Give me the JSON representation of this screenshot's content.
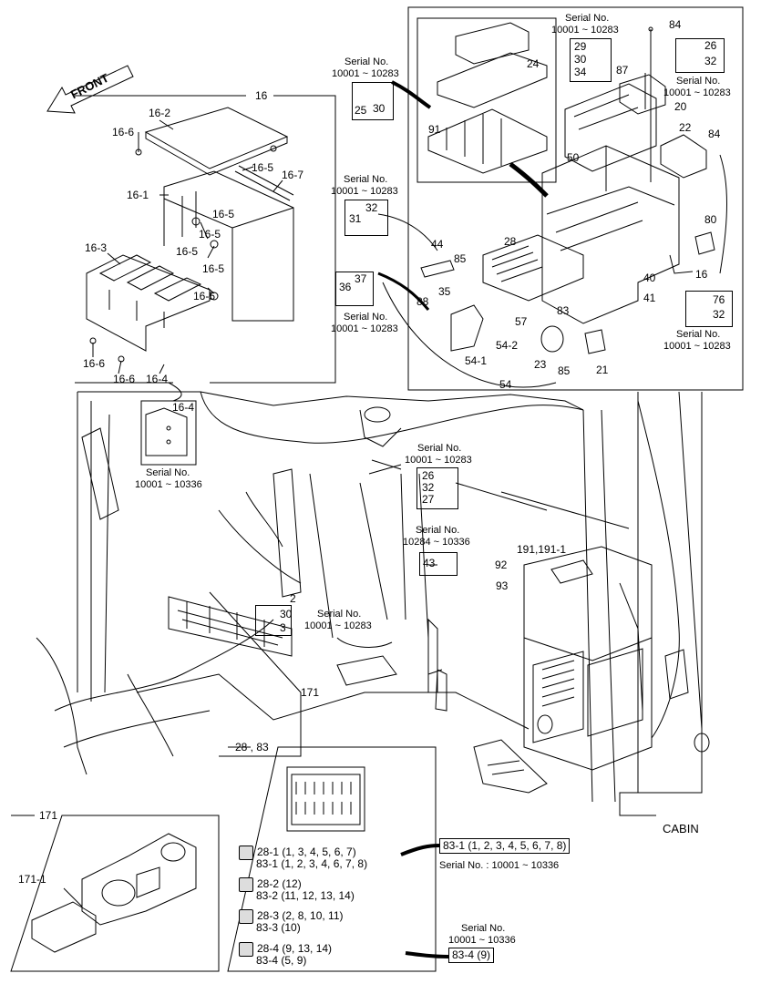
{
  "front_label": "FRONT",
  "cabin_label": "CABIN",
  "serial_label": "Serial No.",
  "serial_nums": {
    "s_10001_10283": "10001 ~ 10283",
    "s_10001_10336": "10001 ~ 10336",
    "s_10284_10336": "10284 ~ 10336",
    "s_colon_10001_10336": "Serial No. : 10001 ~ 10336"
  },
  "parts": {
    "p16": "16",
    "p16_1": "16-1",
    "p16_2": "16-2",
    "p16_3": "16-3",
    "p16_4": "16-4",
    "p16_5": "16-5",
    "p16_6": "16-6",
    "p16_7": "16-7",
    "p2": "2",
    "p3": "3",
    "p20": "20",
    "p21": "21",
    "p22": "22",
    "p23": "23",
    "p24": "24",
    "p25": "25",
    "p26": "26",
    "p27": "27",
    "p28": "28",
    "p29": "29",
    "p30": "30",
    "p31": "31",
    "p32": "32",
    "p34": "34",
    "p35": "35",
    "p36": "36",
    "p37": "37",
    "p40": "40",
    "p41": "41",
    "p43": "43",
    "p44": "44",
    "p50": "50",
    "p54": "54",
    "p54_1": "54-1",
    "p54_2": "54-2",
    "p57": "57",
    "p76": "76",
    "p80": "80",
    "p83": "83",
    "p84": "84",
    "p85": "85",
    "p87": "87",
    "p88": "88",
    "p91": "91",
    "p92": "92",
    "p93": "93",
    "p171": "171",
    "p171_1": "171-1",
    "p191": "191,191-1",
    "p28_83": "28 , 83"
  },
  "fuse_list": [
    {
      "a": "28-1  (1, 3, 4, 5, 6, 7)",
      "b": "83-1  (1, 2, 3, 4, 6, 7, 8)"
    },
    {
      "a": "28-2  (12)",
      "b": "83-2  (11, 12, 13, 14)"
    },
    {
      "a": "28-3  (2, 8, 10, 11)",
      "b": "83-3  (10)"
    },
    {
      "a": "28-4  (9, 13, 14)",
      "b": "83-4  (5, 9)"
    }
  ],
  "callouts": {
    "c83_1": "83-1  (1, 2, 3, 4, 5, 6, 7, 8)",
    "c83_4": "83-4  (9)"
  }
}
